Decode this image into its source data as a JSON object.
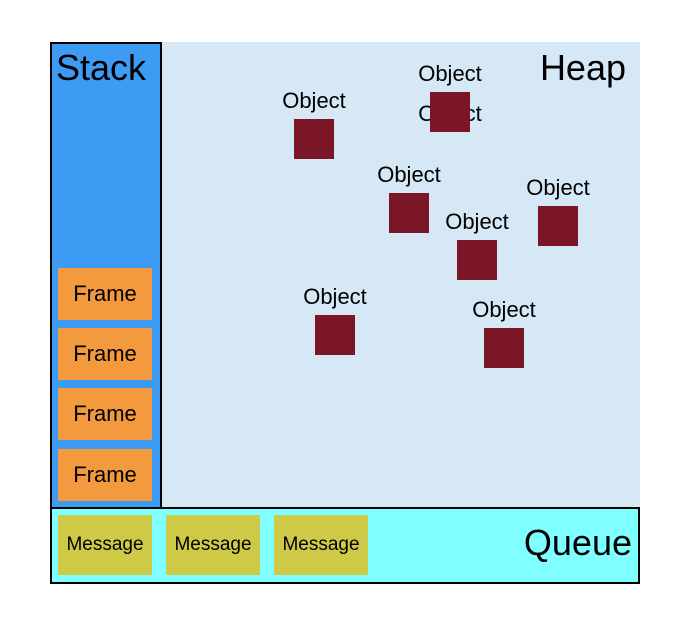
{
  "stack": {
    "title": "Stack",
    "frames": [
      "Frame",
      "Frame",
      "Frame",
      "Frame"
    ],
    "colors": {
      "background": "#3d9bf4",
      "frame": "#f39a3e"
    }
  },
  "heap": {
    "title": "Heap",
    "objects": [
      "Object",
      "Object",
      "Object",
      "Object",
      "Object",
      "Object",
      "Object"
    ],
    "colors": {
      "background": "#d6e8f5",
      "object": "#7a1626"
    }
  },
  "queue": {
    "title": "Queue",
    "messages": [
      "Message",
      "Message",
      "Message"
    ],
    "colors": {
      "background": "#7fffff",
      "message": "#cfc948"
    }
  }
}
